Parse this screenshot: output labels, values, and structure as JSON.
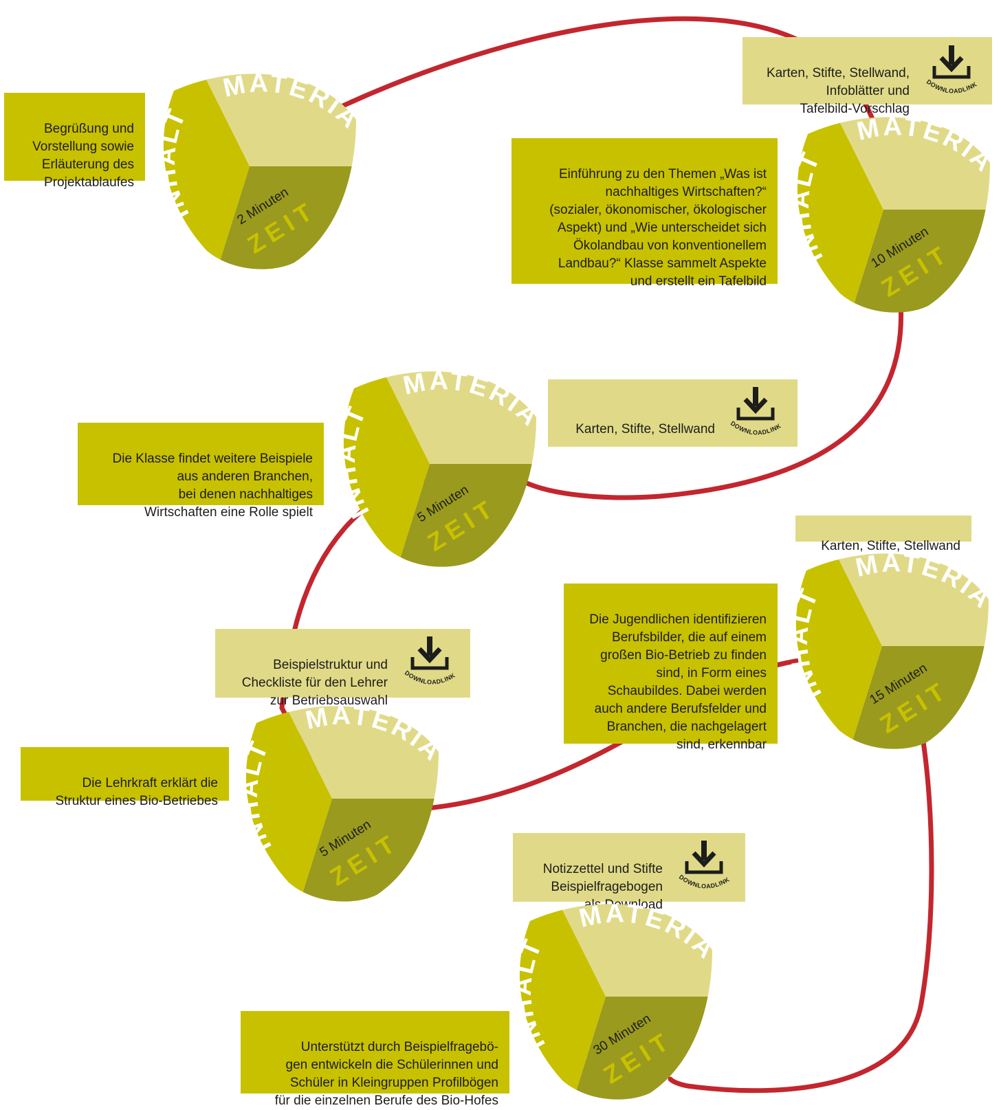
{
  "colors": {
    "line": "#c3262e",
    "inhalt_segment": "#c8c100",
    "material_segment": "#e0da88",
    "zeit_segment": "#9a9a1e",
    "inhalt_box": "#c8c100",
    "material_box": "#e0da88",
    "label_white": "#ffffff",
    "zeit_label": "#c8c100"
  },
  "icons": {
    "download": "download-tray-icon"
  },
  "labels": {
    "material": "MATERIAL",
    "inhalt": "INHALT",
    "zeit": "ZEIT",
    "download": "DOWNLOADLINK"
  },
  "steps": [
    {
      "time": "2 Minuten",
      "inhalt": "Begrüßung und\nVorstellung sowie\nErläuterung des\nProjektablaufes",
      "material": ""
    },
    {
      "time": "10 Minuten",
      "inhalt": "Einführung zu den Themen „Was ist\nnachhaltiges Wirtschaften?“\n(sozialer, ökonomischer, ökologischer\nAspekt) und „Wie unterscheidet sich\nÖkolandbau von konventionellem\nLandbau?“ Klasse sammelt Aspekte\nund erstellt ein Tafelbild",
      "material": "Karten, Stifte, Stellwand,\nInfoblätter und\nTafelbild-Vorschlag"
    },
    {
      "time": "5 Minuten",
      "inhalt": "Die Klasse findet weitere Beispiele\naus anderen Branchen,\nbei denen nachhaltiges\nWirtschaften eine Rolle spielt",
      "material": "Karten, Stifte, Stellwand"
    },
    {
      "time": "5 Minuten",
      "inhalt": "Die Lehrkraft erklärt die\nStruktur eines Bio-Betriebes",
      "material": "Beispielstruktur und\nCheckliste für den Lehrer\nzur Betriebsauswahl"
    },
    {
      "time": "15 Minuten",
      "inhalt": "Die Jugendlichen identifizieren\nBerufsbilder, die auf einem\ngroßen Bio-Betrieb zu finden\nsind, in Form eines\nSchaubildes. Dabei werden\nauch andere Berufsfelder und\nBranchen, die nachgelagert\nsind, erkennbar",
      "material": "Karten, Stifte, Stellwand"
    },
    {
      "time": "30 Minuten",
      "inhalt": "Unterstützt durch Beispielfragebö-\ngen entwickeln die Schülerinnen und\nSchüler in Kleingruppen Profilbögen\nfür die einzelnen Berufe des Bio-Hofes",
      "material": "Notizzettel und Stifte\nBeispielfragebogen\nals Download"
    }
  ]
}
